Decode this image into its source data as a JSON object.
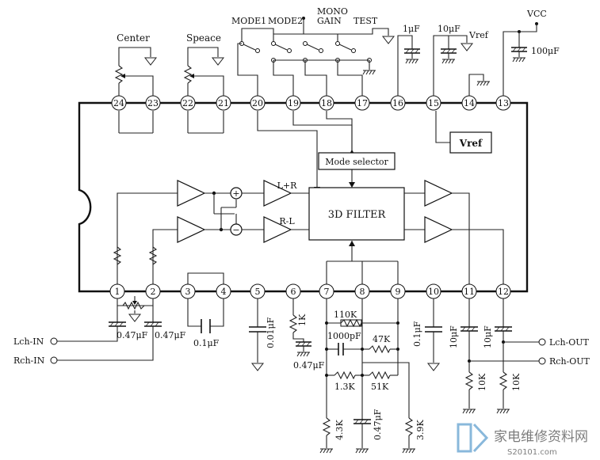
{
  "ic": {
    "pins_top": [
      {
        "n": "24"
      },
      {
        "n": "23"
      },
      {
        "n": "22"
      },
      {
        "n": "21"
      },
      {
        "n": "20"
      },
      {
        "n": "19"
      },
      {
        "n": "18"
      },
      {
        "n": "17"
      },
      {
        "n": "16"
      },
      {
        "n": "15"
      },
      {
        "n": "14"
      },
      {
        "n": "13"
      }
    ],
    "pins_bottom": [
      {
        "n": "1"
      },
      {
        "n": "2"
      },
      {
        "n": "3"
      },
      {
        "n": "4"
      },
      {
        "n": "5"
      },
      {
        "n": "6"
      },
      {
        "n": "7"
      },
      {
        "n": "8"
      },
      {
        "n": "9"
      },
      {
        "n": "10"
      },
      {
        "n": "11"
      },
      {
        "n": "12"
      }
    ],
    "blocks": {
      "filter": "3D FILTER",
      "mode_selector": "Mode selector",
      "vref": "Vref"
    },
    "amp_labels": {
      "sum": "L+R",
      "diff": "R-L",
      "plus": "+",
      "minus": "−"
    }
  },
  "labels": {
    "center": "Center",
    "speace": "Speace",
    "mode1": "MODE1",
    "mode2": "MODE2",
    "mono": "MONO",
    "gain": "GAIN",
    "test": "TEST",
    "vcc": "VCC",
    "vref_top": "Vref",
    "lch_in": "Lch-IN",
    "rch_in": "Rch-IN",
    "lch_out": "Lch-OUT",
    "rch_out": "Rch-OUT"
  },
  "components": {
    "c16": "1μF",
    "c15": "10μF",
    "c13": "100μF",
    "c_in1": "0.47μF",
    "c_in2": "0.47μF",
    "c34": "0.1μF",
    "c5": "0.01μF",
    "r6": "1K",
    "c6": "0.47μF",
    "r_110k": "110K",
    "c_1000p": "1000pF",
    "r_47k": "47K",
    "r_1k3": "1.3K",
    "r_51k": "51K",
    "r_4k3": "4.3K",
    "c_047b": "0.47μF",
    "r_3k9": "3.9K",
    "c10": "0.1μF",
    "c11": "10μF",
    "c12": "10μF",
    "r_out1": "10K",
    "r_out2": "10K"
  },
  "watermark": {
    "title": "家电维修资料网",
    "url": "S20101.com"
  }
}
